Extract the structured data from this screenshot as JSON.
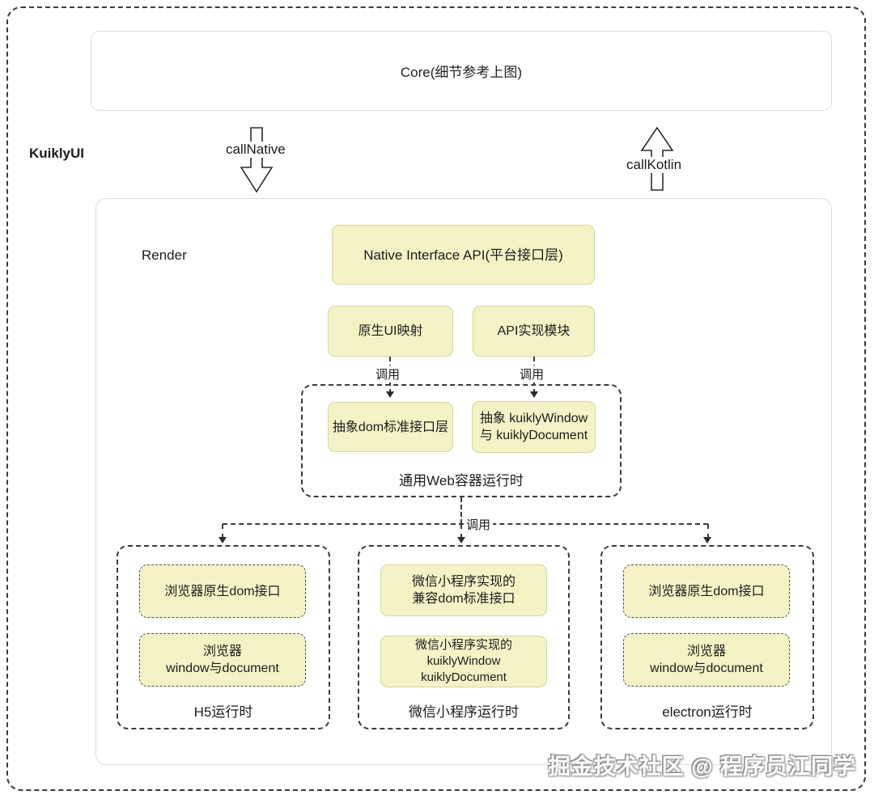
{
  "page": {
    "core_label": "Core(细节参考上图)",
    "kuikly_label": "KuiklyUI",
    "call_native_label": "callNative",
    "call_kotlin_label": "callKotlin",
    "watermark": "掘金技术社区 @ 程序员江同学"
  },
  "render": {
    "label": "Render",
    "native_interface_api_label": "Native Interface API(平台接口层)",
    "native_ui_mapping_label": "原生UI映射",
    "api_module_label": "API实现模块",
    "call_label": "调用",
    "web_container": {
      "title": "通用Web容器运行时",
      "abstract_dom_label": "抽象dom标准接口层",
      "abstract_window_line1": "抽象 kuiklyWindow",
      "abstract_window_line2": "与 kuiklyDocument"
    },
    "runtimes": [
      {
        "title": "H5运行时",
        "box1_lines": [
          "浏览器原生dom接口"
        ],
        "box2_lines": [
          "浏览器",
          "window与document"
        ]
      },
      {
        "title": "微信小程序运行时",
        "box1_lines": [
          "微信小程序实现的",
          "兼容dom标准接口"
        ],
        "box2_lines": [
          "微信小程序实现的",
          "kuiklyWindow",
          "kuiklyDocument"
        ]
      },
      {
        "title": "electron运行时",
        "box1_lines": [
          "浏览器原生dom接口"
        ],
        "box2_lines": [
          "浏览器",
          "window与document"
        ]
      }
    ]
  },
  "colors": {
    "yellow_box_fill": "#f3f3c6",
    "yellow_box_border": "#d6d69e",
    "container_border": "#dcdcdc",
    "dashed_line": "#3b3b3b",
    "text": "#1f1f1f"
  }
}
